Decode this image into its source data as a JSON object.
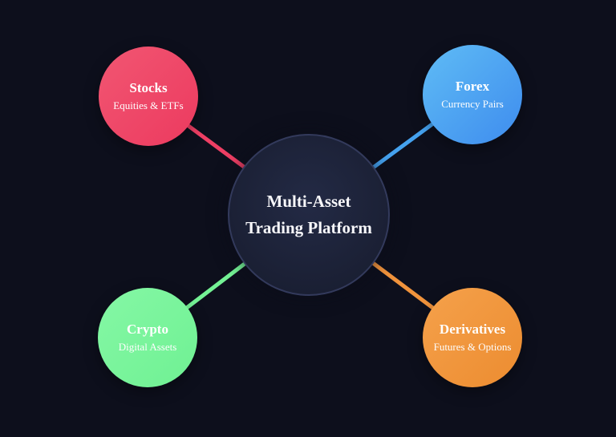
{
  "background": "#0d0f1c",
  "center_node": {
    "line1": "Multi-Asset",
    "line2": "Trading Platform",
    "fill": "#1a1f33",
    "fill_light": "#232a45",
    "border": "#333a5c"
  },
  "nodes": [
    {
      "id": "stocks",
      "label": "Stocks",
      "sublabel": "Equities & ETFs",
      "gradient_start": "#f15672",
      "gradient_end": "#ec3a5f",
      "line_color": "#ee3f64"
    },
    {
      "id": "forex",
      "label": "Forex",
      "sublabel": "Currency Pairs",
      "gradient_start": "#5fbcf5",
      "gradient_end": "#3e8cee",
      "line_color": "#45a2ef"
    },
    {
      "id": "crypto",
      "label": "Crypto",
      "sublabel": "Digital Assets",
      "gradient_start": "#85f7a5",
      "gradient_end": "#6ff193",
      "line_color": "#74f295"
    },
    {
      "id": "derivatives",
      "label": "Derivatives",
      "sublabel": "Futures & Options",
      "gradient_start": "#f5a14b",
      "gradient_end": "#ec8c30",
      "line_color": "#f0933c"
    }
  ]
}
